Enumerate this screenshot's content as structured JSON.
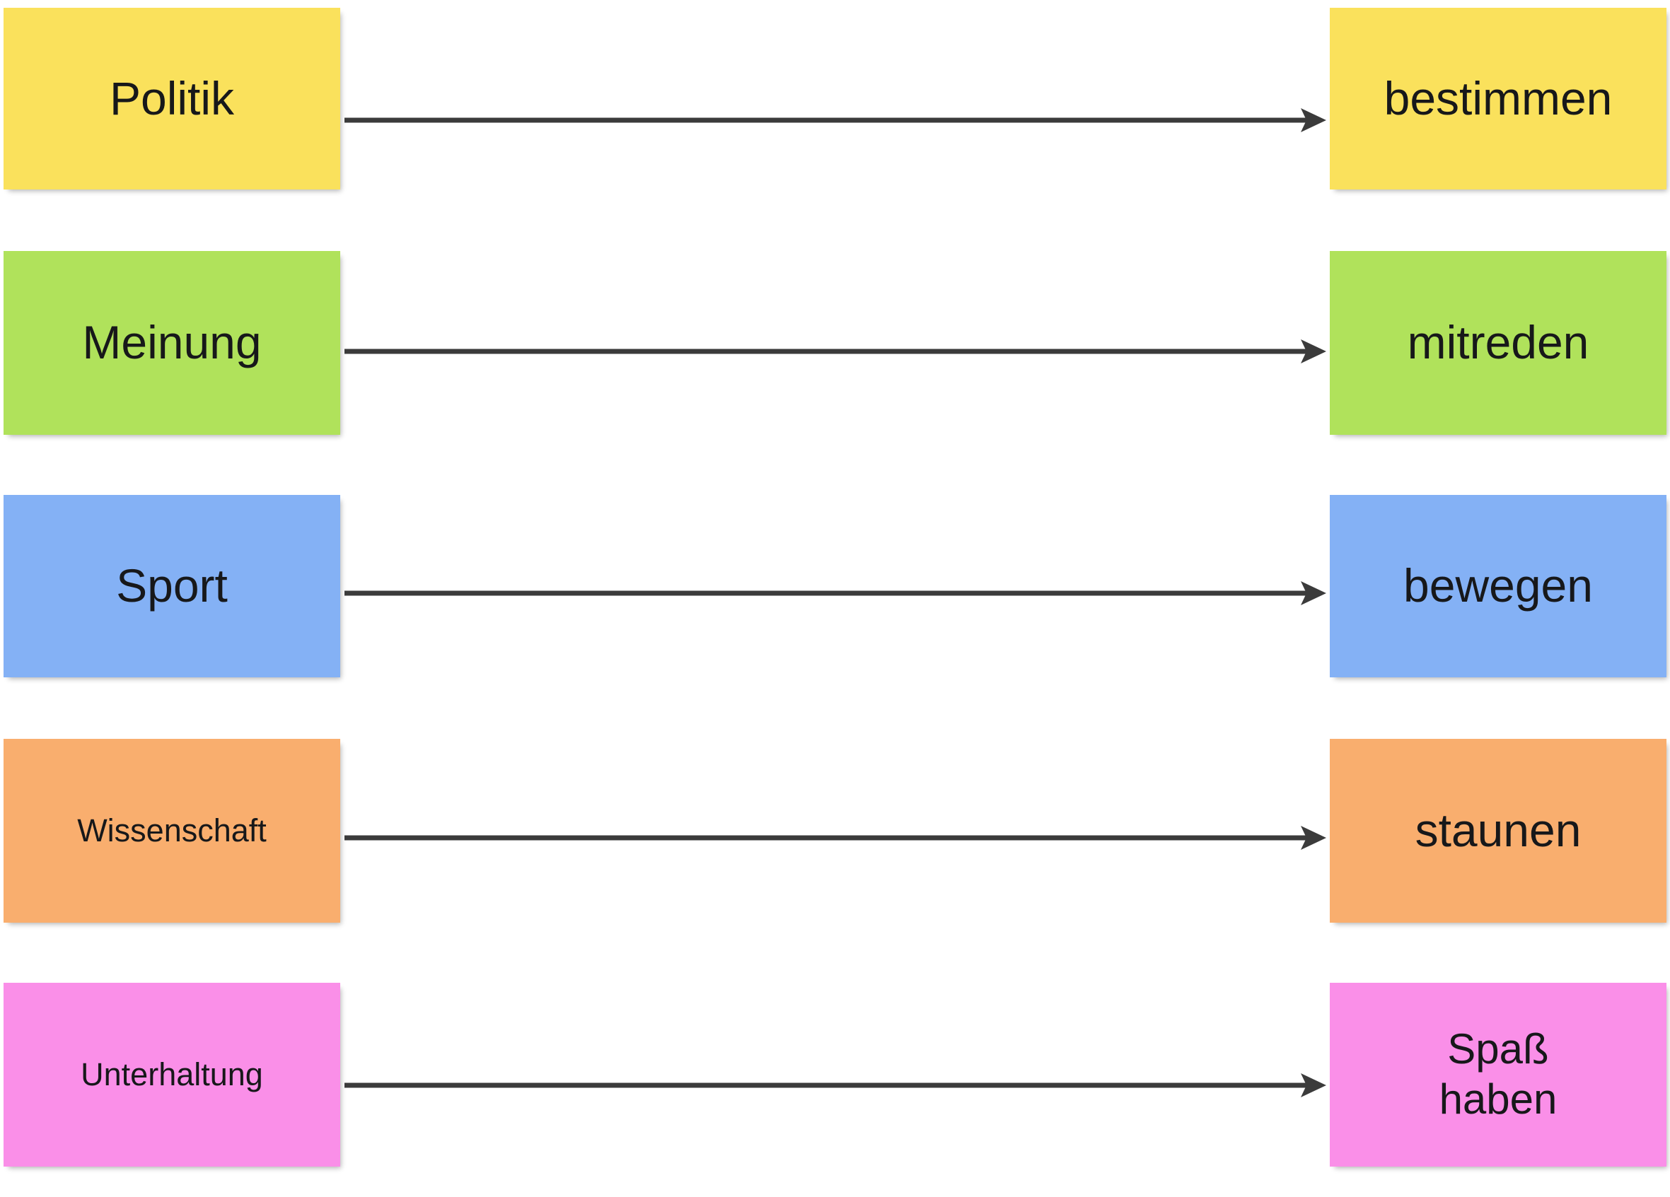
{
  "diagram": {
    "type": "mapping-diagram",
    "title": "",
    "background_color": "#ffffff",
    "arrow_color": "#3b3b3b",
    "text_color": "#17181a",
    "columns": [
      {
        "name": "topic",
        "position": "left"
      },
      {
        "name": "action",
        "position": "right"
      }
    ],
    "rows": [
      {
        "id": "row-politik",
        "color": "#fae15c",
        "left": {
          "label": "Politik",
          "font_size": 66
        },
        "right": {
          "label": "bestimmen",
          "font_size": 66
        },
        "arrow": {
          "from": "Politik",
          "to": "bestimmen",
          "style": "solid",
          "head": "triangle"
        }
      },
      {
        "id": "row-meinung",
        "color": "#b0e25b",
        "left": {
          "label": "Meinung",
          "font_size": 66
        },
        "right": {
          "label": "mitreden",
          "font_size": 66
        },
        "arrow": {
          "from": "Meinung",
          "to": "mitreden",
          "style": "solid",
          "head": "triangle"
        }
      },
      {
        "id": "row-sport",
        "color": "#84b1f5",
        "left": {
          "label": "Sport",
          "font_size": 66
        },
        "right": {
          "label": "bewegen",
          "font_size": 66
        },
        "arrow": {
          "from": "Sport",
          "to": "bewegen",
          "style": "solid",
          "head": "triangle"
        }
      },
      {
        "id": "row-wissenschaft",
        "color": "#f9ae6e",
        "left": {
          "label": "Wissenschaft",
          "font_size": 45
        },
        "right": {
          "label": "staunen",
          "font_size": 66
        },
        "arrow": {
          "from": "Wissenschaft",
          "to": "staunen",
          "style": "solid",
          "head": "triangle"
        }
      },
      {
        "id": "row-unterhaltung",
        "color": "#fa8fe8",
        "left": {
          "label": "Unterhaltung",
          "font_size": 45
        },
        "right": {
          "label": "Spaß\nhaben",
          "font_size": 60
        },
        "arrow": {
          "from": "Unterhaltung",
          "to": "Spaß haben",
          "style": "solid",
          "head": "triangle"
        }
      }
    ]
  }
}
